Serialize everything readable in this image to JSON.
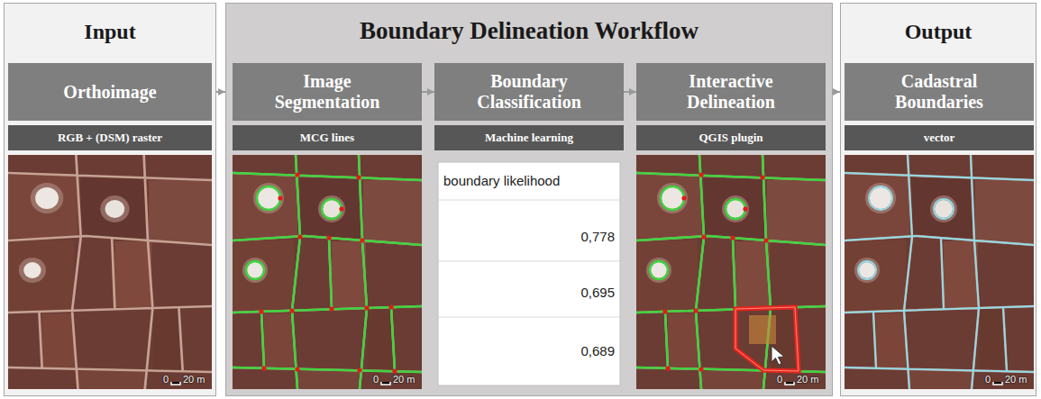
{
  "diagram": {
    "nodes": [
      {
        "text": [
          "Input"
        ]
      },
      {
        "text": [
          "Orthoimage",
          "RGB + (DSM) raster"
        ],
        "in": 0
      },
      {
        "text": [
          "Boundary Delineation Workflow"
        ]
      },
      {
        "text": [
          "Image Segmentation",
          "MCG lines"
        ],
        "in": 2
      },
      {
        "text": [
          "Boundary Classification",
          "Machine learning"
        ],
        "in": 2
      },
      {
        "text": [
          "Interactive Delineation",
          "QGIS plugin"
        ],
        "in": 2
      },
      {
        "text": [
          "Output"
        ]
      },
      {
        "text": [
          "Cadastral Boundaries",
          "vector"
        ],
        "in": 6
      }
    ],
    "edges": [
      {
        "from": 0,
        "to": 2,
        "arrow": "to"
      },
      {
        "from": 3,
        "to": 4,
        "arrow": "to"
      },
      {
        "from": 4,
        "to": 5,
        "arrow": "to"
      },
      {
        "from": 2,
        "to": 6,
        "arrow": "to"
      }
    ],
    "labels": [
      "0",
      "20 m",
      "0",
      "20 m",
      "boundary likelihood",
      "0,778",
      "0,695",
      "0,689",
      "0",
      "20 m",
      "0",
      "20 m"
    ]
  }
}
